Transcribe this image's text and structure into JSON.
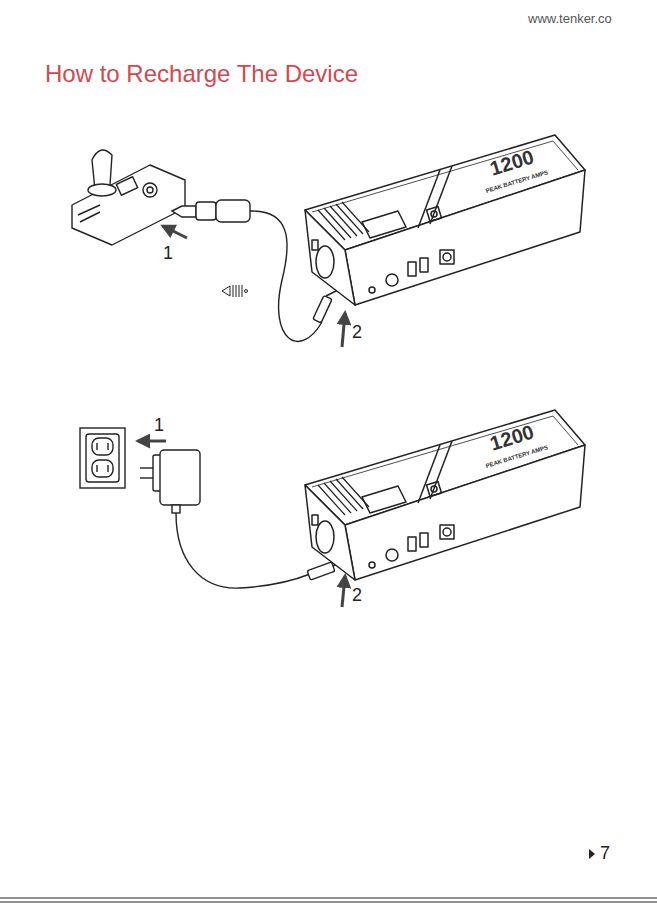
{
  "diagram": {
    "title": "How to Recharge The Device",
    "labels": [
      "www.tenker.co",
      "1200",
      "PEAK BATTERY AMPS",
      "1",
      "2",
      "1200",
      "PEAK BATTERY AMPS",
      "1",
      "2",
      "7"
    ]
  }
}
